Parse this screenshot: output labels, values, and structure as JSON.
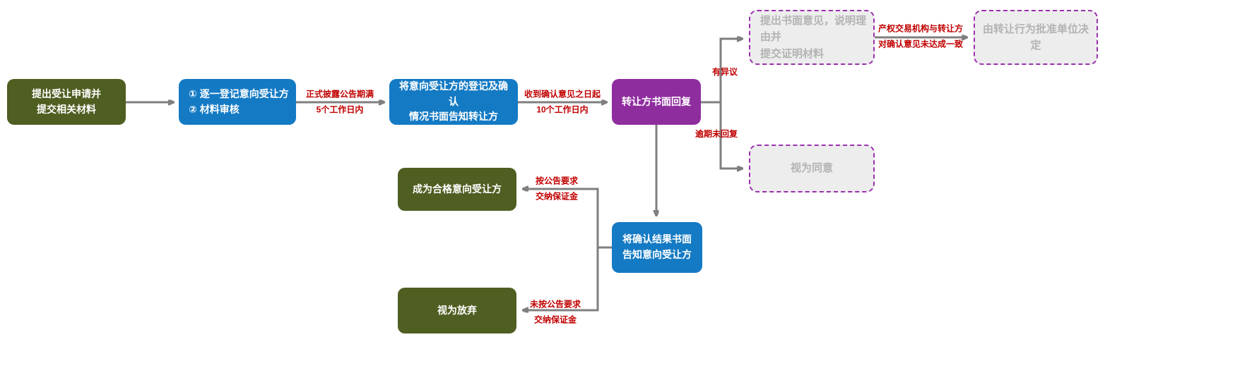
{
  "colors": {
    "olive": "#4f5e21",
    "blue": "#147ac4",
    "purple": "#8e2d9e",
    "ghostbg": "#ededed",
    "ghostborder": "#9b2fae",
    "ghosttext": "#b3b3b3",
    "arrow": "#7f7f7f",
    "red": "#c00000"
  },
  "nodes": {
    "apply": {
      "label": "提出受让申请并\n提交相关材料"
    },
    "register": {
      "label": "① 逐一登记意向受让方\n② 材料审核"
    },
    "notify_transferor": {
      "label": "将意向受让方的登记及确认\n情况书面告知转让方"
    },
    "reply": {
      "label": "转让方书面回复"
    },
    "objection_doc": {
      "label": "提出书面意见，说明理由并\n提交证明材料"
    },
    "approval_decide": {
      "label": "由转让行为批准单位决定"
    },
    "deemed_agree": {
      "label": "视为同意"
    },
    "notify_result": {
      "label": "将确认结果书面\n告知意向受让方"
    },
    "qualified": {
      "label": "成为合格意向受让方"
    },
    "abandon": {
      "label": "视为放弃"
    }
  },
  "edges": {
    "announce_period": "正式披露公告期满\n5个工作日内",
    "confirm_days": "收到确认意见之日起\n10个工作日内",
    "objection": "有异议",
    "overdue": "逾期未回复",
    "disagree": "产权交易机构与转让方\n对确认意见未达成一致",
    "deposit_paid": "按公告要求\n交纳保证金",
    "deposit_unpaid": "未按公告要求\n交纳保证金"
  }
}
